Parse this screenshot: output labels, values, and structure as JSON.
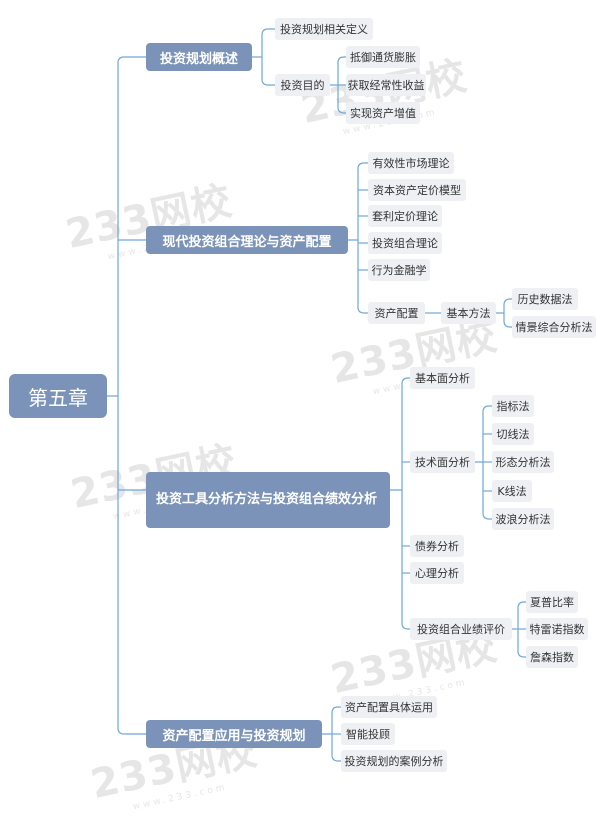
{
  "root": "第五章",
  "watermark": "233网校",
  "watermark_sub": "www.233.com",
  "sections": [
    {
      "title": "投资规划概述",
      "children": [
        "投资规划相关定义",
        "投资目的"
      ],
      "investment_purposes": [
        "抵御通货膨胀",
        "获取经常性收益",
        "实现资产增值"
      ]
    },
    {
      "title": "现代投资组合理论与资产配置",
      "children": [
        "有效性市场理论",
        "资本资产定价模型",
        "套利定价理论",
        "投资组合理论",
        "行为金融学",
        "资产配置"
      ],
      "basic_method": "基本方法",
      "methods": [
        "历史数据法",
        "情景综合分析法"
      ]
    },
    {
      "title": "投资工具分析方法与投资组合绩效分析",
      "children": [
        "基本面分析",
        "技术面分析",
        "债券分析",
        "心理分析",
        "投资组合业绩评价"
      ],
      "technical": [
        "指标法",
        "切线法",
        "形态分析法",
        "K线法",
        "波浪分析法"
      ],
      "performance": [
        "夏普比率",
        "特雷诺指数",
        "詹森指数"
      ]
    },
    {
      "title": "资产配置应用与投资规划",
      "children": [
        "资产配置具体运用",
        "智能投顾",
        "投资规划的案例分析"
      ]
    }
  ]
}
